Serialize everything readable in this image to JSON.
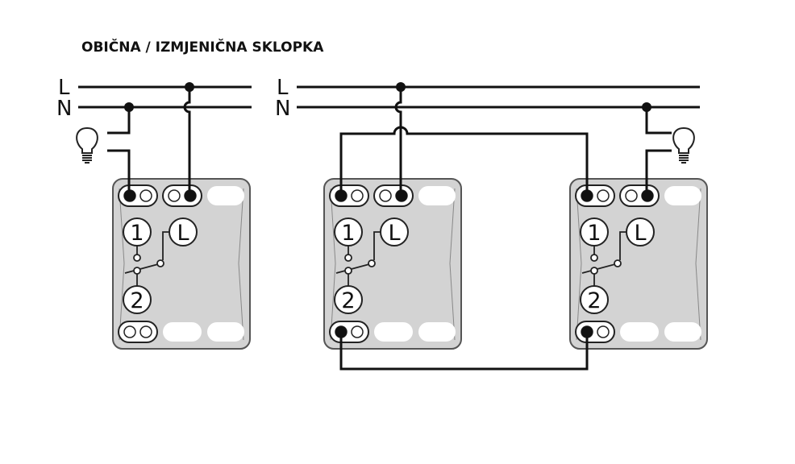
{
  "title": "OBIČNA / IZMJENIČNA SKLOPKA",
  "lines": {
    "live": "L",
    "neutral": "N"
  },
  "terminals": {
    "t1": "1",
    "tL": "L",
    "t2": "2"
  }
}
